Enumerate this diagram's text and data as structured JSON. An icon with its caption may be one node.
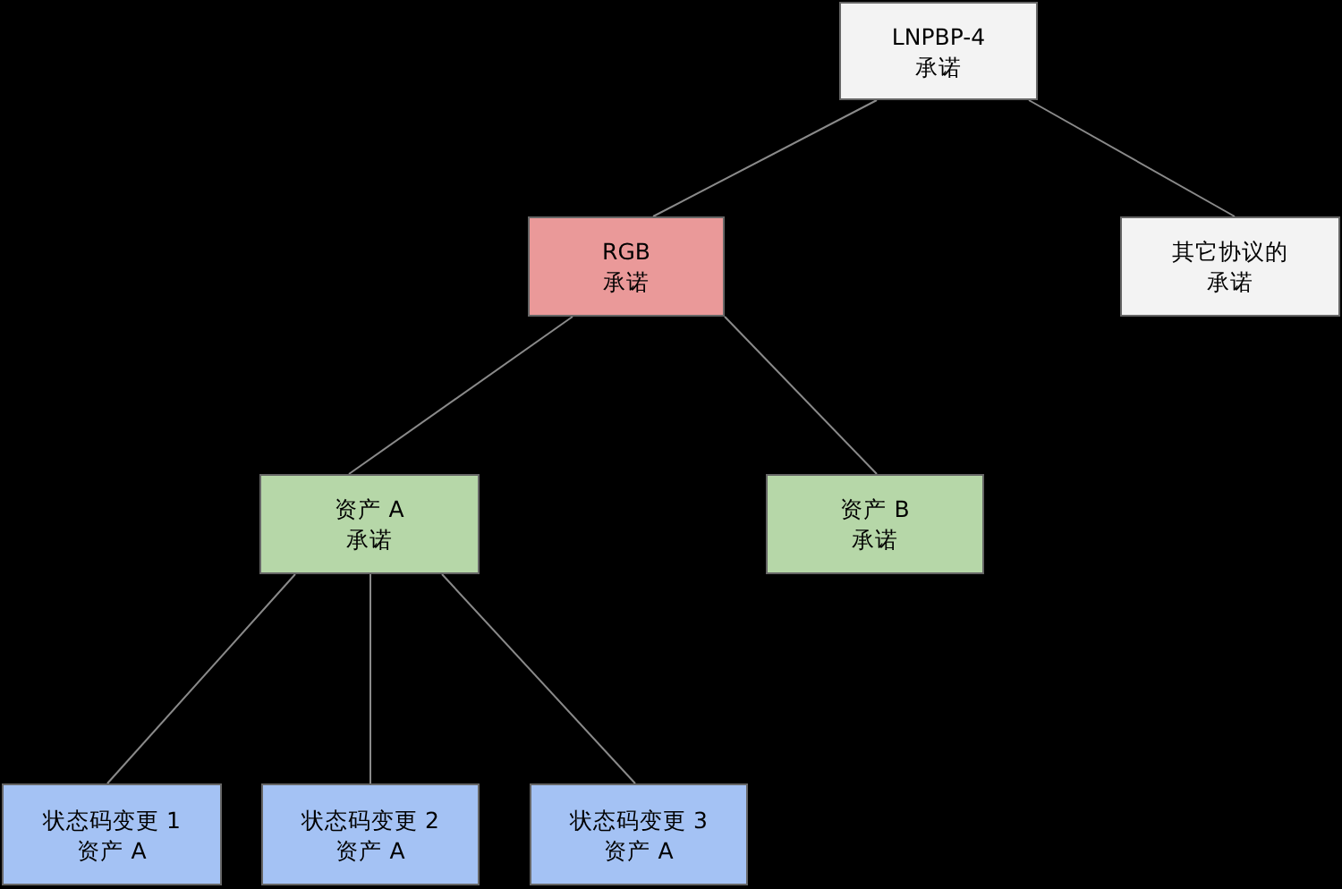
{
  "diagram": {
    "nodes": [
      {
        "text": [
          "LNPBP-4",
          "承诺"
        ]
      },
      {
        "text": [
          "RGB",
          "承诺"
        ]
      },
      {
        "text": [
          "其它协议的",
          "承诺"
        ]
      },
      {
        "text": [
          "资产 A",
          "承诺"
        ]
      },
      {
        "text": [
          "资产 B",
          "承诺"
        ]
      },
      {
        "text": [
          "状态码变更 1",
          "资产 A"
        ]
      },
      {
        "text": [
          "状态码变更 2",
          "资产 A"
        ]
      },
      {
        "text": [
          "状态码变更 3",
          "资产 A"
        ]
      }
    ],
    "edges": [
      {
        "from": 0,
        "to": 1,
        "arrow": "none"
      },
      {
        "from": 0,
        "to": 2,
        "arrow": "none"
      },
      {
        "from": 1,
        "to": 3,
        "arrow": "none"
      },
      {
        "from": 1,
        "to": 4,
        "arrow": "none"
      },
      {
        "from": 3,
        "to": 5,
        "arrow": "none"
      },
      {
        "from": 3,
        "to": 6,
        "arrow": "none"
      },
      {
        "from": 3,
        "to": 7,
        "arrow": "none"
      }
    ]
  }
}
